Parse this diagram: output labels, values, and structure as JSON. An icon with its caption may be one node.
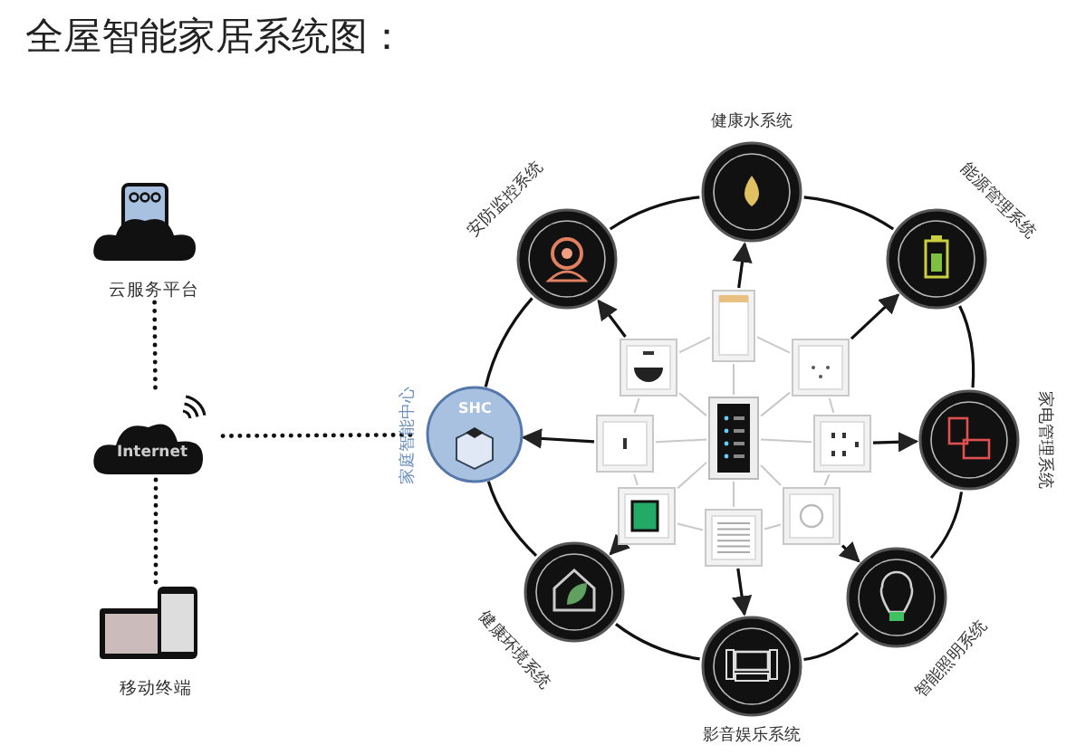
{
  "diagram": {
    "title": "全屋智能家居系统图：",
    "nodes": [
      {
        "text": [
          "云服务平台"
        ]
      },
      {
        "text": [
          "Internet"
        ]
      },
      {
        "text": [
          "移动终端"
        ]
      },
      {
        "text": [
          "SHC",
          "家庭智能中心"
        ]
      },
      {
        "text": [
          "安防监控系统"
        ]
      },
      {
        "text": [
          "健康水系统"
        ]
      },
      {
        "text": [
          "能源管理系统"
        ]
      },
      {
        "text": [
          "家电管理系统"
        ]
      },
      {
        "text": [
          "智能照明系统"
        ]
      },
      {
        "text": [
          "影音娱乐系统"
        ]
      },
      {
        "text": [
          "健康环境系统"
        ]
      },
      {
        "text": [],
        "shape": "picture"
      },
      {
        "text": [],
        "shape": "picture"
      },
      {
        "text": [],
        "shape": "picture"
      },
      {
        "text": [],
        "shape": "picture"
      },
      {
        "text": [],
        "shape": "picture"
      },
      {
        "text": [],
        "shape": "picture"
      },
      {
        "text": [],
        "shape": "picture"
      },
      {
        "text": [],
        "shape": "picture"
      },
      {
        "text": [],
        "shape": "picture"
      }
    ],
    "edges": [
      {
        "from": 0,
        "to": 1,
        "arrow": "none",
        "style": "dashed"
      },
      {
        "from": 1,
        "to": 2,
        "arrow": "none",
        "style": "dashed"
      },
      {
        "from": 1,
        "to": 3,
        "arrow": "none",
        "style": "dashed"
      },
      {
        "from": 3,
        "to": 4,
        "arrow": "none"
      },
      {
        "from": 4,
        "to": 5,
        "arrow": "none"
      },
      {
        "from": 5,
        "to": 6,
        "arrow": "none"
      },
      {
        "from": 6,
        "to": 7,
        "arrow": "none"
      },
      {
        "from": 7,
        "to": 8,
        "arrow": "none"
      },
      {
        "from": 8,
        "to": 9,
        "arrow": "none"
      },
      {
        "from": 9,
        "to": 10,
        "arrow": "none"
      },
      {
        "from": 10,
        "to": 3,
        "arrow": "none"
      },
      {
        "from": 11,
        "to": 12,
        "arrow": "none",
        "color": "#c8c8c8"
      },
      {
        "from": 11,
        "to": 13,
        "arrow": "none",
        "color": "#c8c8c8"
      },
      {
        "from": 11,
        "to": 14,
        "arrow": "none",
        "color": "#c8c8c8"
      },
      {
        "from": 11,
        "to": 15,
        "arrow": "none",
        "color": "#c8c8c8"
      },
      {
        "from": 11,
        "to": 16,
        "arrow": "none",
        "color": "#c8c8c8"
      },
      {
        "from": 11,
        "to": 17,
        "arrow": "none",
        "color": "#c8c8c8"
      },
      {
        "from": 11,
        "to": 18,
        "arrow": "none",
        "color": "#c8c8c8"
      },
      {
        "from": 11,
        "to": 19,
        "arrow": "none",
        "color": "#c8c8c8"
      },
      {
        "from": 12,
        "to": 13,
        "arrow": "none",
        "color": "#c8c8c8"
      },
      {
        "from": 13,
        "to": 14,
        "arrow": "none",
        "color": "#c8c8c8"
      },
      {
        "from": 14,
        "to": 16,
        "arrow": "none",
        "color": "#c8c8c8"
      },
      {
        "from": 16,
        "to": 19,
        "arrow": "none",
        "color": "#c8c8c8"
      },
      {
        "from": 19,
        "to": 18,
        "arrow": "none",
        "color": "#c8c8c8"
      },
      {
        "from": 18,
        "to": 17,
        "arrow": "none",
        "color": "#c8c8c8"
      },
      {
        "from": 17,
        "to": 15,
        "arrow": "none",
        "color": "#c8c8c8"
      },
      {
        "from": 15,
        "to": 12,
        "arrow": "none",
        "color": "#c8c8c8"
      },
      {
        "from": 12,
        "to": 4,
        "arrow": "to"
      },
      {
        "from": 13,
        "to": 5,
        "arrow": "to"
      },
      {
        "from": 14,
        "to": 6,
        "arrow": "to"
      },
      {
        "from": 15,
        "to": 3,
        "arrow": "to"
      },
      {
        "from": 16,
        "to": 7,
        "arrow": "to"
      },
      {
        "from": 17,
        "to": 10,
        "arrow": "to"
      },
      {
        "from": 18,
        "to": 9,
        "arrow": "to"
      },
      {
        "from": 19,
        "to": 8,
        "arrow": "to"
      }
    ]
  }
}
